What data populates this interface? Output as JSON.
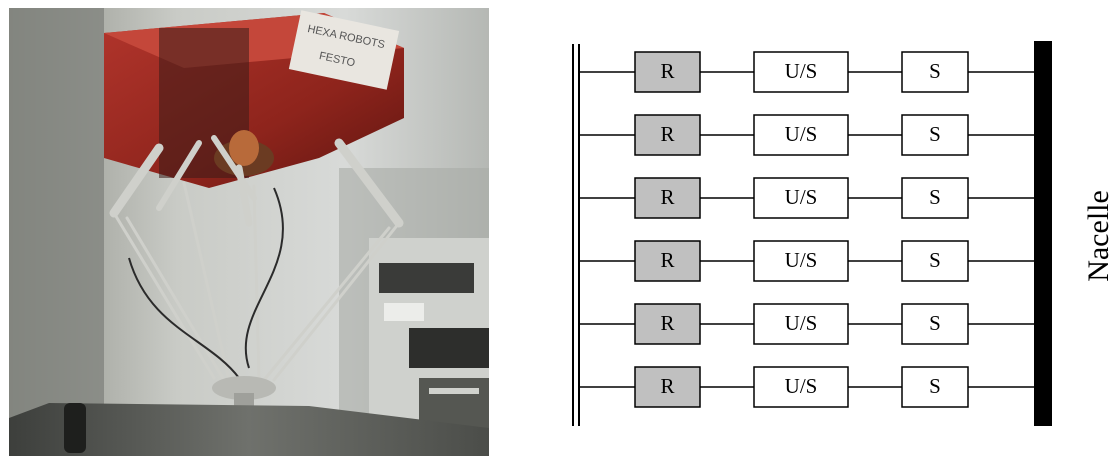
{
  "photo": {
    "icon": "delta-robot-photo",
    "sign_lines": [
      "HEXA ROBOTS",
      "FESTO"
    ]
  },
  "diagram": {
    "colors": {
      "r_fill": "#c0c0c0",
      "box_fill": "#ffffff",
      "stroke": "#000000",
      "nacelle": "#000000"
    },
    "chains": [
      {
        "joints": [
          "R",
          "U/S",
          "S"
        ]
      },
      {
        "joints": [
          "R",
          "U/S",
          "S"
        ]
      },
      {
        "joints": [
          "R",
          "U/S",
          "S"
        ]
      },
      {
        "joints": [
          "R",
          "U/S",
          "S"
        ]
      },
      {
        "joints": [
          "R",
          "U/S",
          "S"
        ]
      },
      {
        "joints": [
          "R",
          "U/S",
          "S"
        ]
      }
    ],
    "side_label": "Nacelle"
  }
}
